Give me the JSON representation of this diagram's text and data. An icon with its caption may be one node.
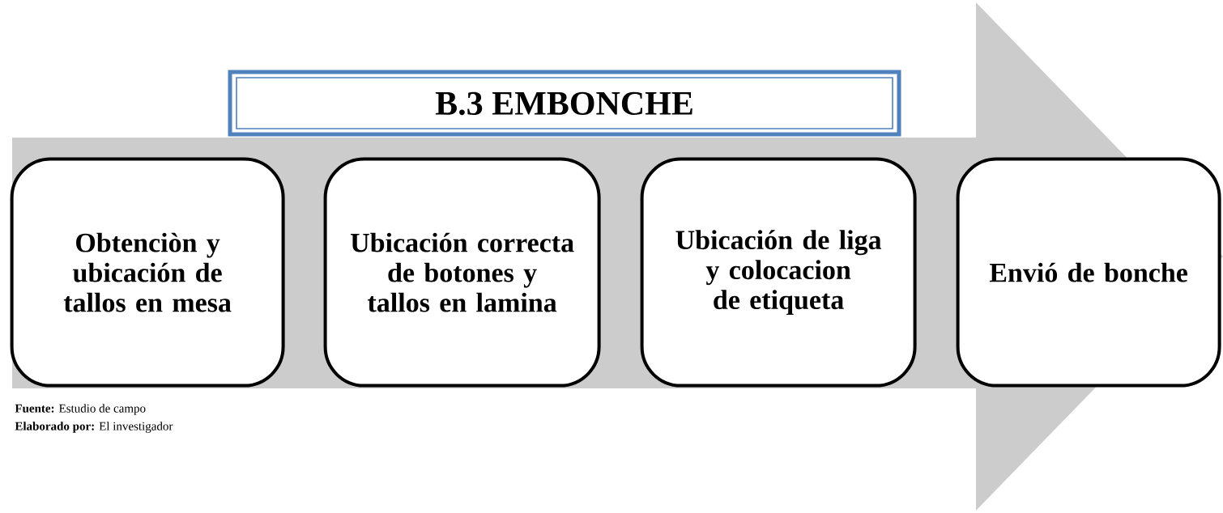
{
  "diagram": {
    "title": "B.3 EMBONCHE",
    "nodes": [
      {
        "text": [],
        "shape": "arrow"
      },
      {
        "text": [
          "Obtenciòn y ubicación de tallos en mesa"
        ],
        "in": 0
      },
      {
        "text": [
          "Ubicación correcta de botones y tallos en lamina"
        ],
        "in": 0
      },
      {
        "text": [
          "Ubicación de liga y colocacion de etiqueta"
        ],
        "in": 0
      },
      {
        "text": [
          "Envió de bonche"
        ],
        "in": 0
      }
    ],
    "labels": [
      "**Fuente:** Estudio de campo",
      "**Elaborado por:** El investigador"
    ]
  }
}
